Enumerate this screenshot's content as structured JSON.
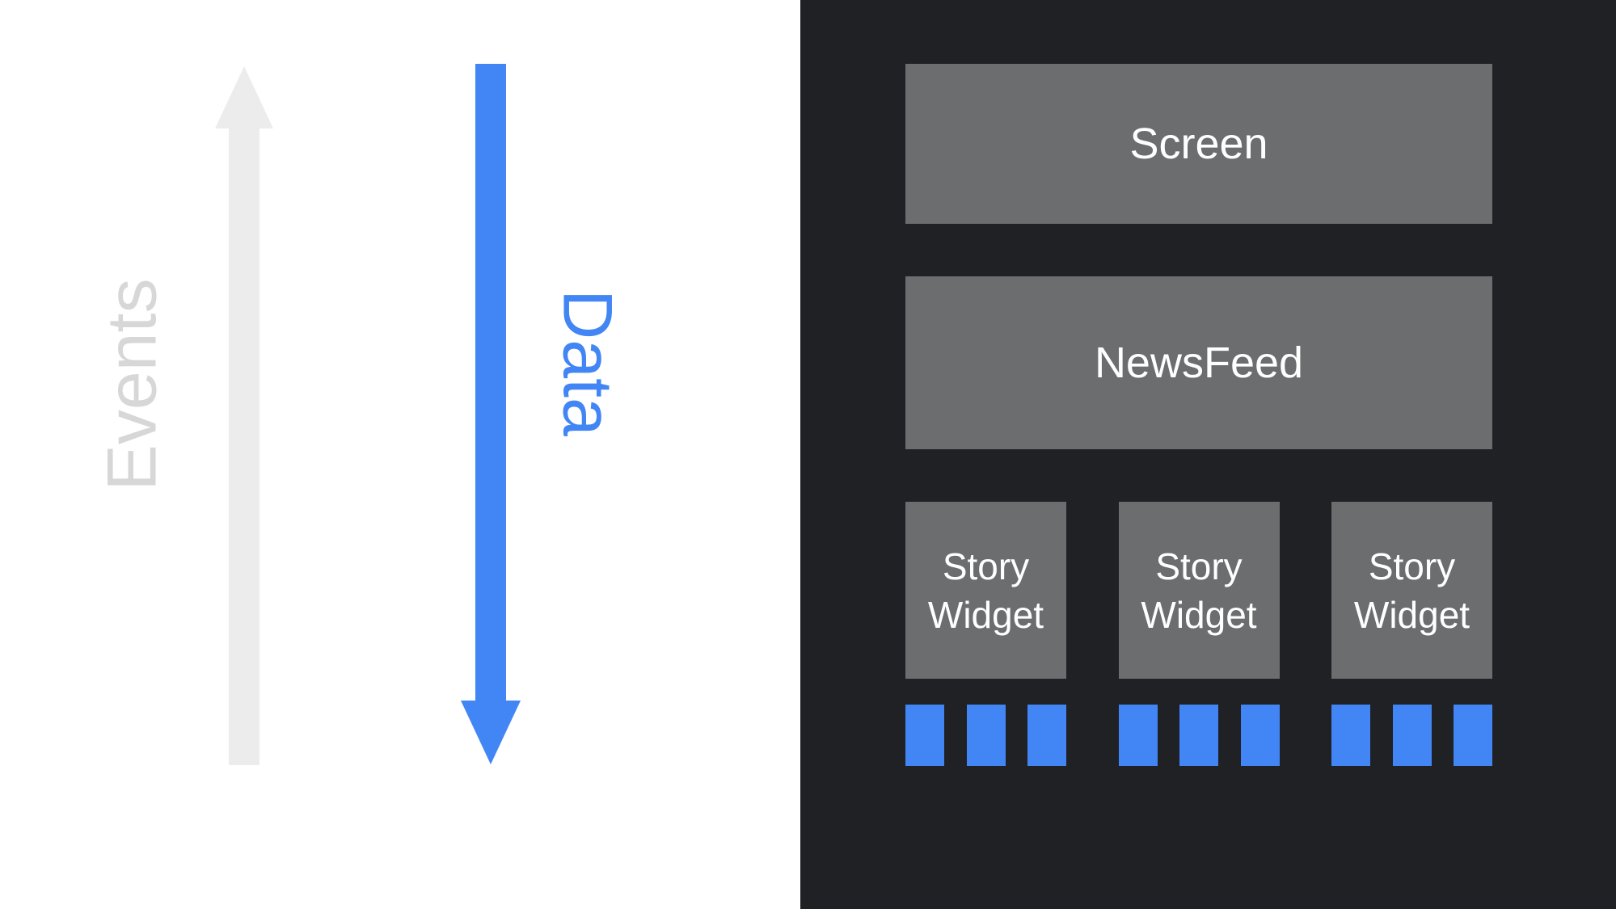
{
  "left_panel": {
    "background": "#ffffff",
    "events_arrow": {
      "label": "Events",
      "direction": "up",
      "arrow_color": "#ececec",
      "label_color": "#d7d7d7"
    },
    "data_arrow": {
      "label": "Data",
      "direction": "down",
      "arrow_color": "#4285f4",
      "label_color": "#4285f4"
    }
  },
  "right_panel": {
    "background": "#202124",
    "box_color": "#6c6d6f",
    "label_color": "#ffffff",
    "accent_color": "#4285f4",
    "screen_box": {
      "label": "Screen"
    },
    "newsfeed_box": {
      "label": "NewsFeed"
    },
    "story_widgets": [
      {
        "label": "Story Widget",
        "data_blocks": 3
      },
      {
        "label": "Story Widget",
        "data_blocks": 3
      },
      {
        "label": "Story Widget",
        "data_blocks": 3
      }
    ]
  }
}
